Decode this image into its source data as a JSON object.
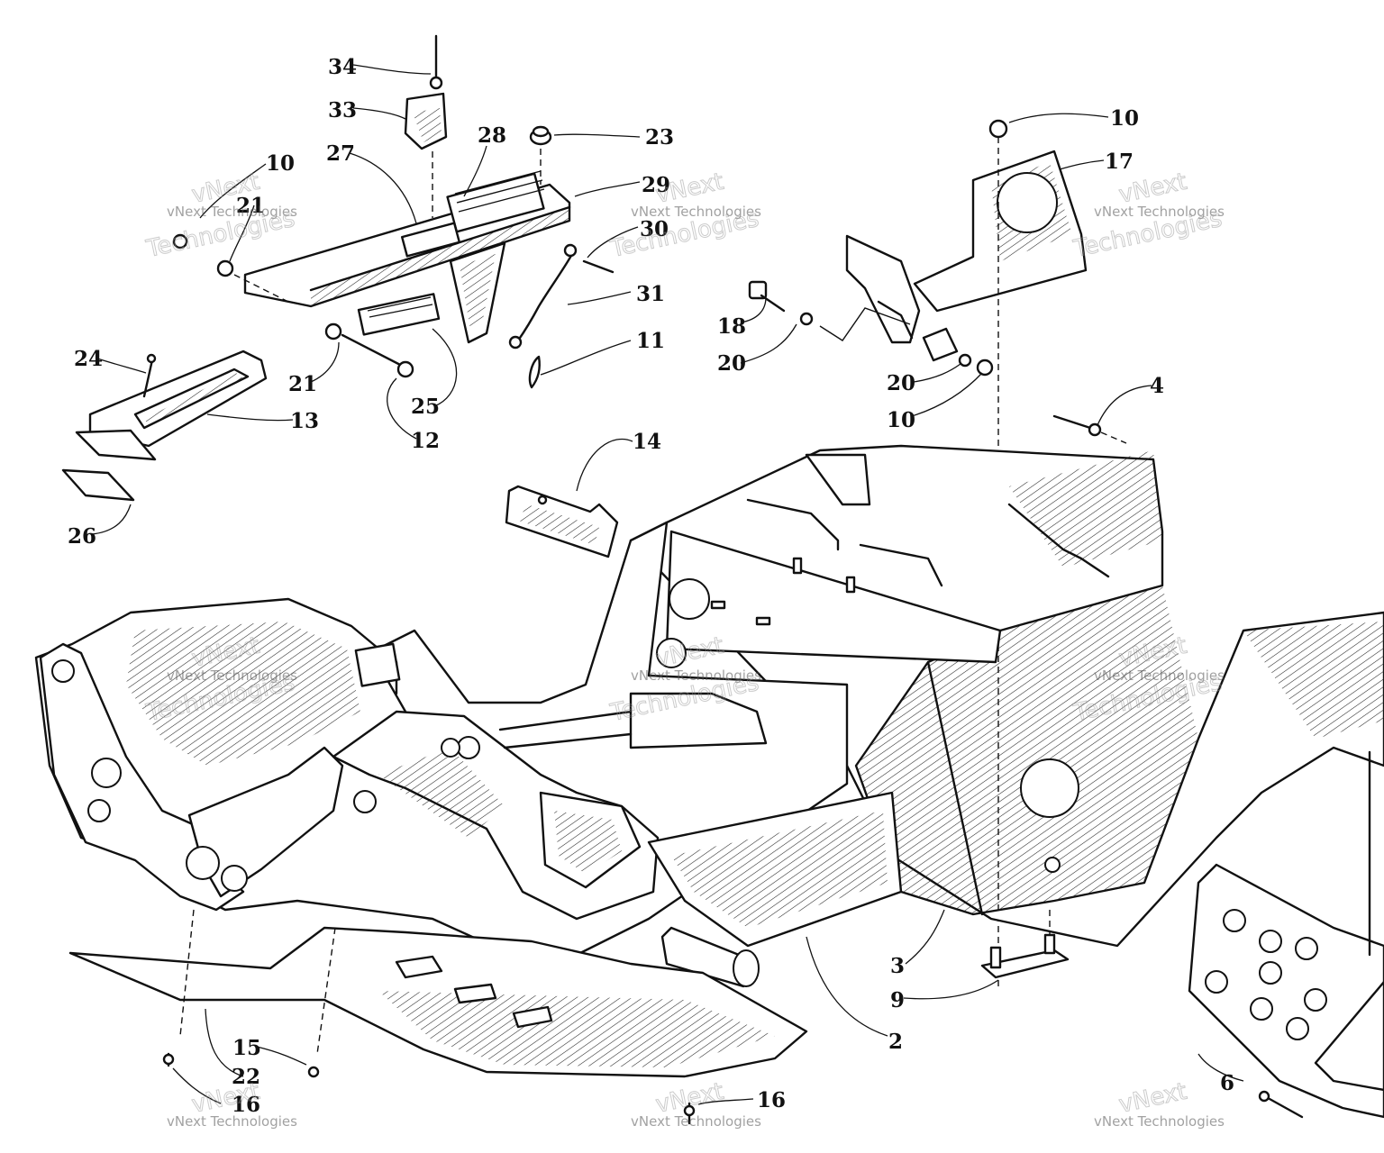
{
  "callouts": [
    {
      "label": "34"
    },
    {
      "label": "33"
    },
    {
      "label": "28"
    },
    {
      "label": "23"
    },
    {
      "label": "27"
    },
    {
      "label": "29"
    },
    {
      "label": "10"
    },
    {
      "label": "21"
    },
    {
      "label": "30"
    },
    {
      "label": "31"
    },
    {
      "label": "11"
    },
    {
      "label": "24"
    },
    {
      "label": "21"
    },
    {
      "label": "25"
    },
    {
      "label": "13"
    },
    {
      "label": "12"
    },
    {
      "label": "26"
    },
    {
      "label": "14"
    },
    {
      "label": "10"
    },
    {
      "label": "17"
    },
    {
      "label": "18"
    },
    {
      "label": "20"
    },
    {
      "label": "20"
    },
    {
      "label": "10"
    },
    {
      "label": "4"
    },
    {
      "label": "3"
    },
    {
      "label": "9"
    },
    {
      "label": "2"
    },
    {
      "label": "15"
    },
    {
      "label": "22"
    },
    {
      "label": "16"
    },
    {
      "label": "16"
    },
    {
      "label": "6"
    }
  ],
  "watermark": {
    "line1": "vNext Technologies",
    "line2": "vNext",
    "line3": "Technologies"
  }
}
